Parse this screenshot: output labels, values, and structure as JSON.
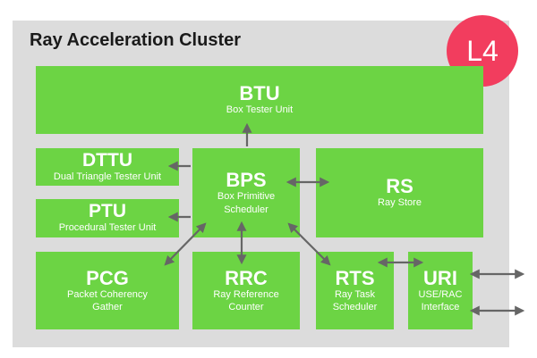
{
  "cluster": {
    "title": "Ray Acceleration Cluster",
    "background": "#dcdcdc"
  },
  "badge": {
    "label": "L4",
    "color": "#f23d5e"
  },
  "block_color": "#6cd444",
  "arrow_color": "#666666",
  "blocks": {
    "btu": {
      "abbr": "BTU",
      "name": "Box Tester Unit"
    },
    "dttu": {
      "abbr": "DTTU",
      "name": "Dual Triangle Tester Unit"
    },
    "ptu": {
      "abbr": "PTU",
      "name": "Procedural Tester Unit"
    },
    "bps": {
      "abbr": "BPS",
      "name_line1": "Box Primitive",
      "name_line2": "Scheduler"
    },
    "rs": {
      "abbr": "RS",
      "name": "Ray Store"
    },
    "pcg": {
      "abbr": "PCG",
      "name_line1": "Packet Coherency",
      "name_line2": "Gather"
    },
    "rrc": {
      "abbr": "RRC",
      "name_line1": "Ray Reference",
      "name_line2": "Counter"
    },
    "rts": {
      "abbr": "RTS",
      "name_line1": "Ray Task",
      "name_line2": "Scheduler"
    },
    "uri": {
      "abbr": "URI",
      "name_line1": "USE/RAC",
      "name_line2": "Interface"
    }
  }
}
